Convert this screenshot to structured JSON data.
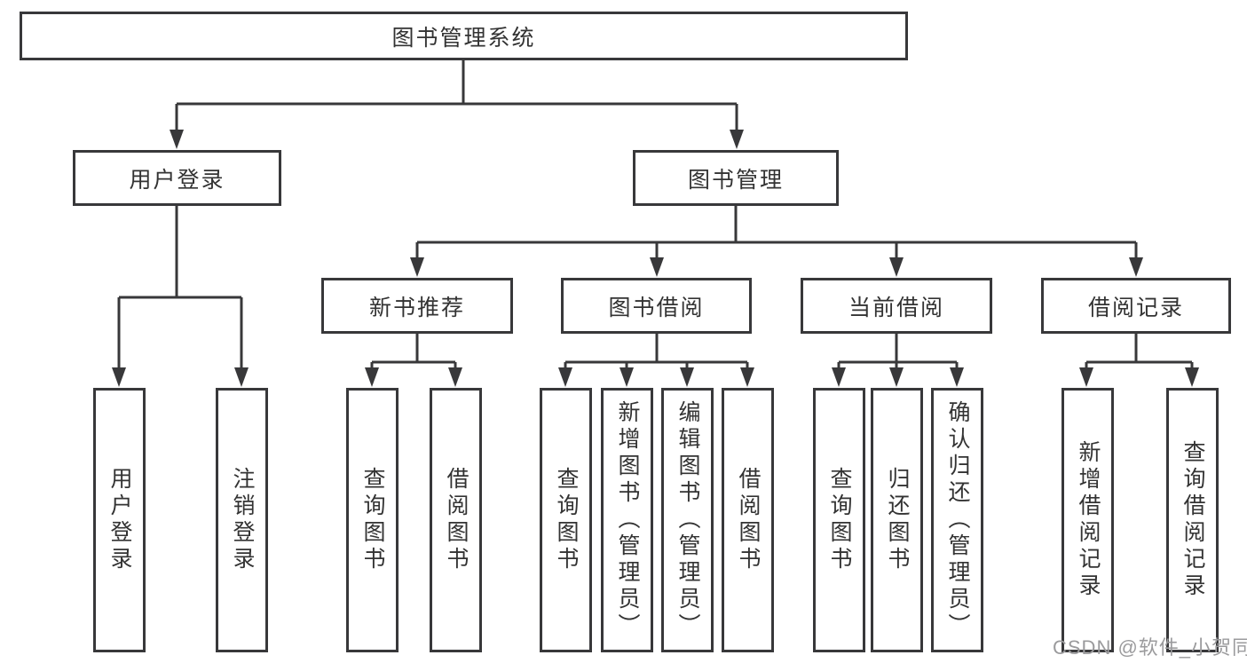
{
  "tree": {
    "root": {
      "label": "图书管理系统"
    },
    "branches": [
      {
        "label": "用户登录",
        "children": [
          {
            "label": "用户登录"
          },
          {
            "label": "注销登录"
          }
        ]
      },
      {
        "label": "图书管理",
        "children": [
          {
            "label": "新书推荐",
            "children": [
              {
                "label": "查询图书"
              },
              {
                "label": "借阅图书"
              }
            ]
          },
          {
            "label": "图书借阅",
            "children": [
              {
                "label": "查询图书"
              },
              {
                "label": "新增图书（管理员）"
              },
              {
                "label": "编辑图书（管理员）"
              },
              {
                "label": "借阅图书"
              }
            ]
          },
          {
            "label": "当前借阅",
            "children": [
              {
                "label": "查询图书"
              },
              {
                "label": "归还图书"
              },
              {
                "label": "确认归还（管理员）"
              }
            ]
          },
          {
            "label": "借阅记录",
            "children": [
              {
                "label": "新增借阅记录"
              },
              {
                "label": "查询借阅记录"
              }
            ]
          }
        ]
      }
    ]
  },
  "watermark": {
    "text": "CSDN @软件_小贺同学"
  },
  "colors": {
    "line": "#38383a",
    "text": "#333333",
    "box_background": "#ffffff",
    "page_background": "#ffffff",
    "watermark": "#9b9b9d"
  }
}
